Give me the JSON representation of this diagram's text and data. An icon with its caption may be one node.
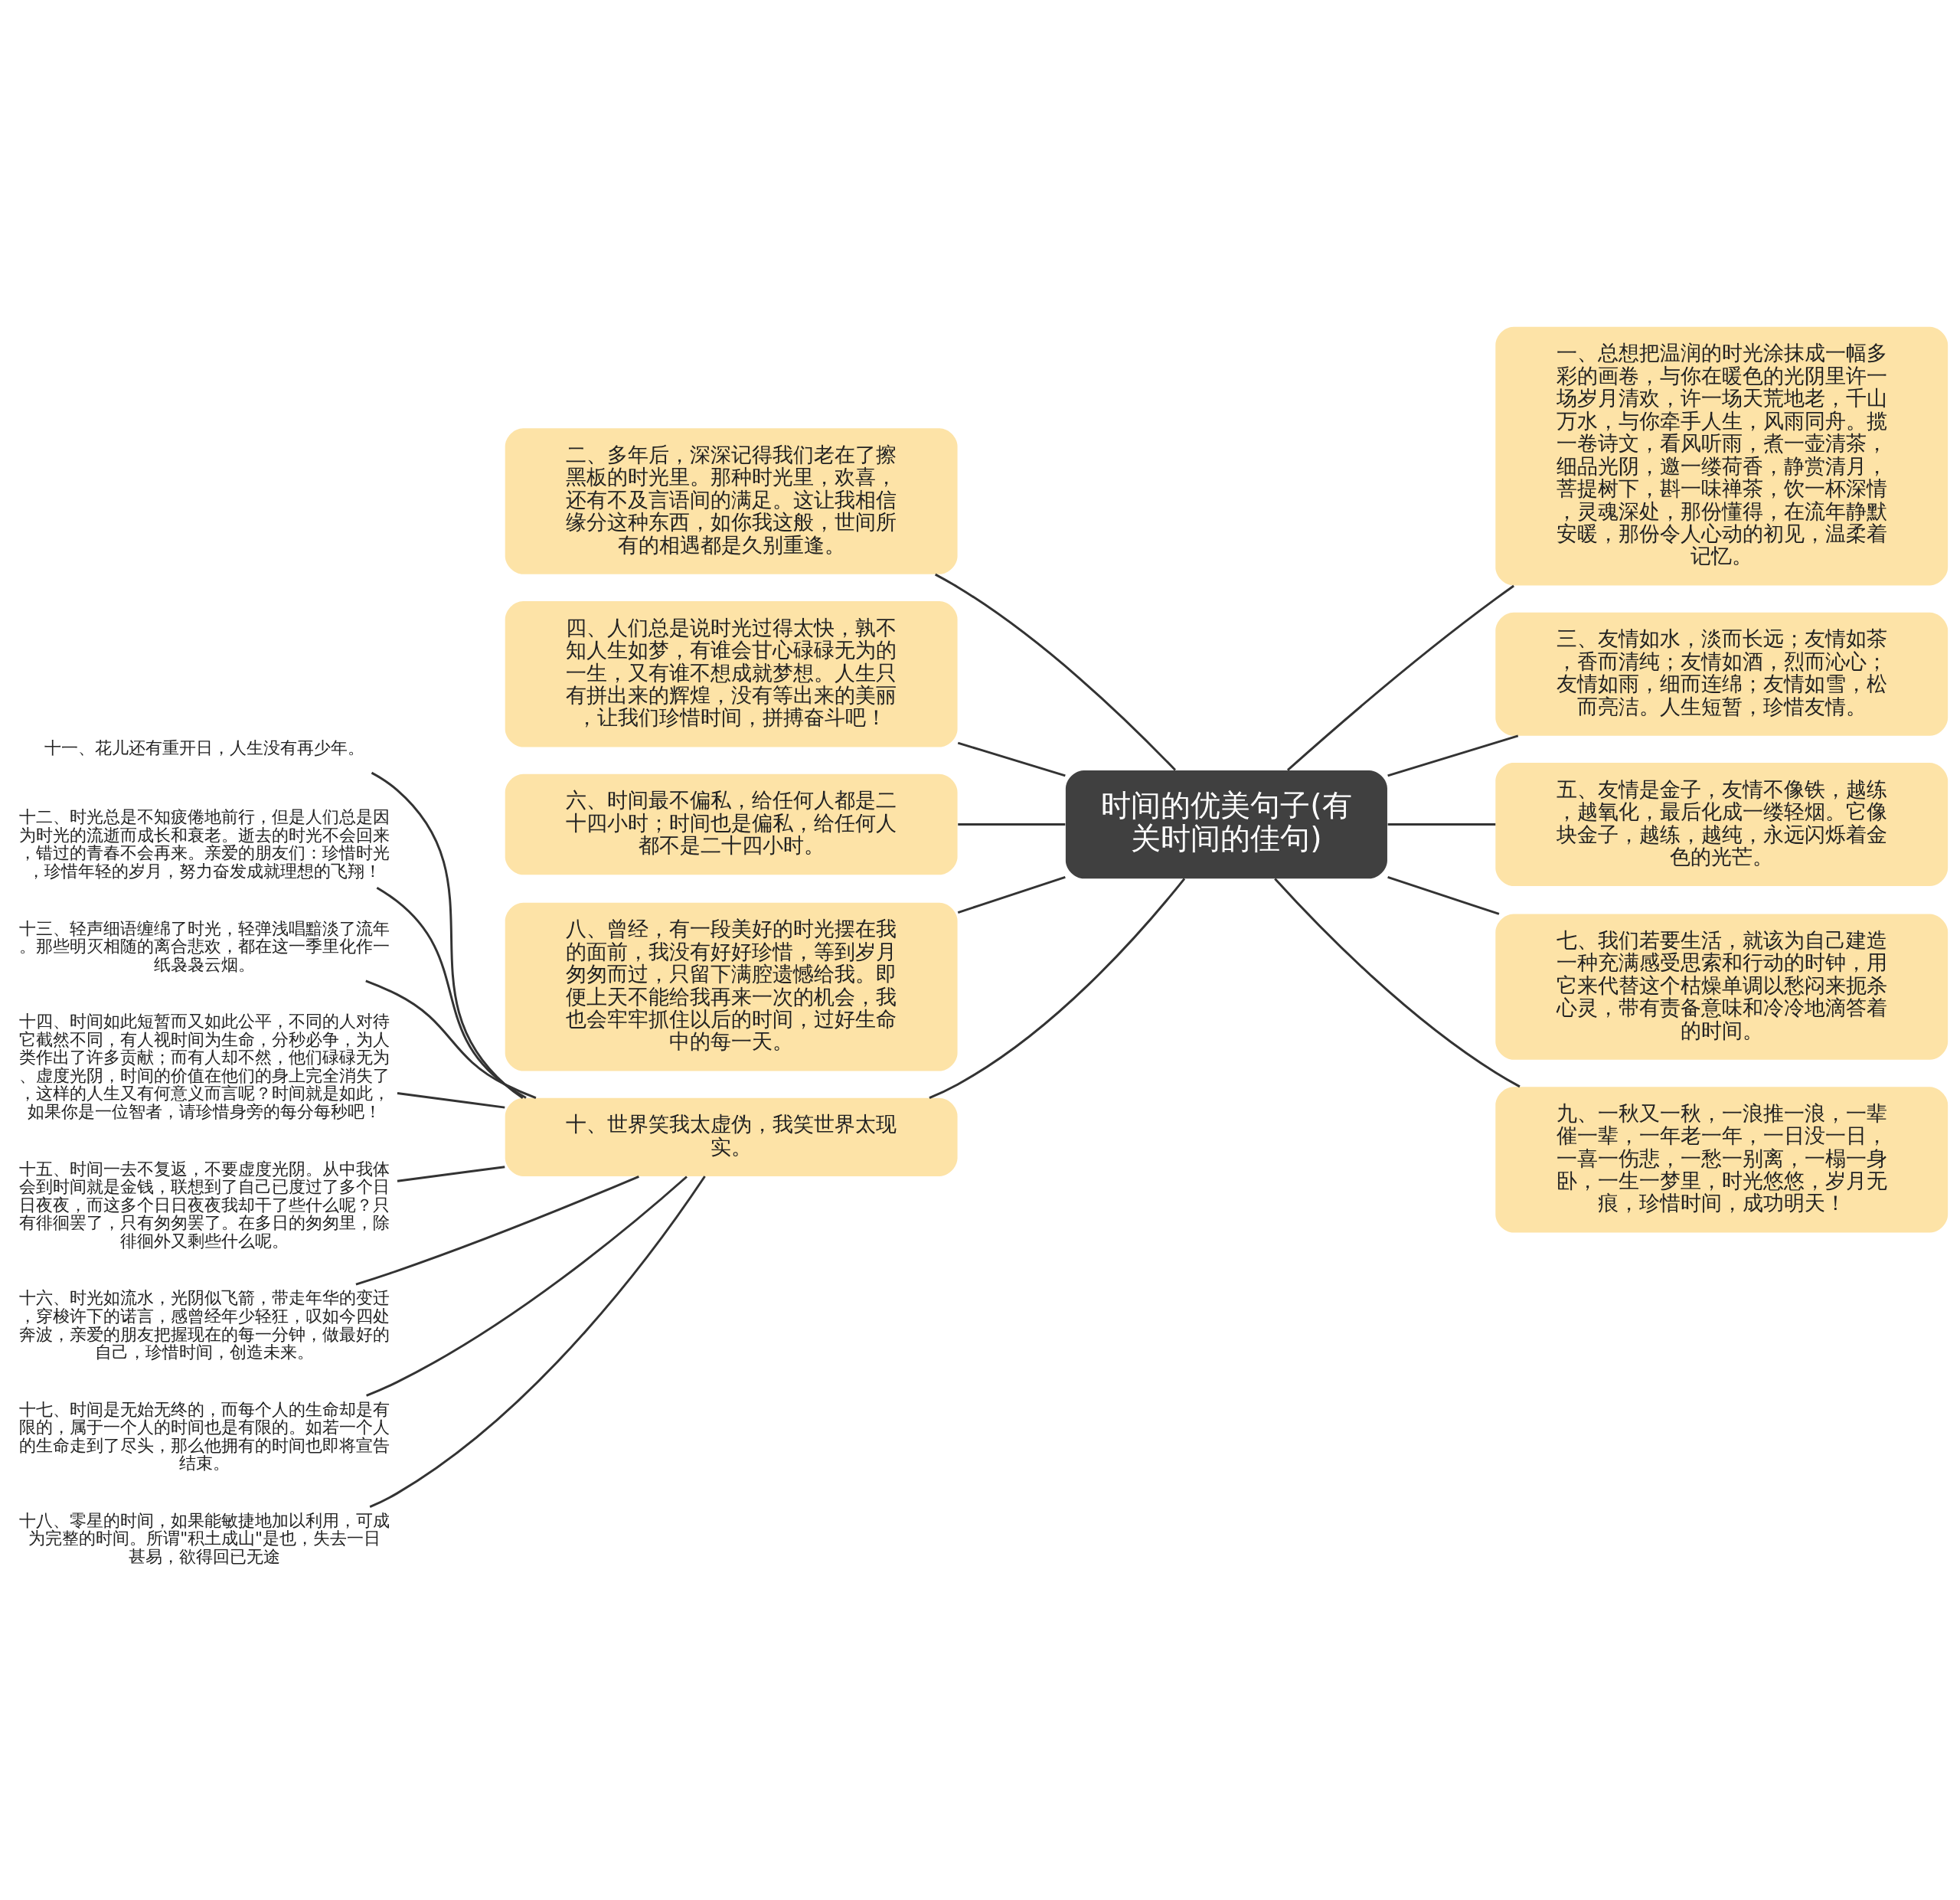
{
  "diagram": {
    "nodes": [
      {
        "text": [
          "时间的优美句子(有关时间的佳句)"
        ]
      },
      {
        "text": [
          "一、总想把温润的时光涂抹成一幅多彩的画卷，与你在暖色的光阴里许一场岁月清欢，许一场天荒地老，千山万水，与你牵手人生，风雨同舟。揽一卷诗文，看风听雨，煮一壶清茶，细品光阴，邀一缕荷香，静赏清月，菩提树下，斟一味禅茶，饮一杯深情，灵魂深处，那份懂得，在流年静默安暖，那份令人心动的初见，温柔着记忆。"
        ]
      },
      {
        "text": [
          "二、多年后，深深记得我们老在了擦黑板的时光里。那种时光里，欢喜，还有不及言语间的满足。这让我相信缘分这种东西，如你我这般，世间所有的相遇都是久别重逢。"
        ]
      },
      {
        "text": [
          "三、友情如水，淡而长远；友情如茶，香而清纯；友情如酒，烈而沁心；友情如雨，细而连绵；友情如雪，松而亮洁。人生短暂，珍惜友情。"
        ]
      },
      {
        "text": [
          "四、人们总是说时光过得太快，孰不知人生如梦，有谁会甘心碌碌无为的一生，又有谁不想成就梦想。人生只有拼出来的辉煌，没有等出来的美丽，让我们珍惜时间，拼搏奋斗吧！"
        ]
      },
      {
        "text": [
          "五、友情是金子，友情不像铁，越练，越氧化，最后化成一缕轻烟。它像块金子，越练，越纯，永远闪烁着金色的光芒。"
        ]
      },
      {
        "text": [
          "六、时间最不偏私，给任何人都是二十四小时；时间也是偏私，给任何人都不是二十四小时。"
        ]
      },
      {
        "text": [
          "七、我们若要生活，就该为自己建造一种充满感受思索和行动的时钟，用它来代替这个枯燥单调以愁闷来扼杀心灵，带有责备意味和冷冷地滴答着的时间。"
        ]
      },
      {
        "text": [
          "八、曾经，有一段美好的时光摆在我的面前，我没有好好珍惜，等到岁月匆匆而过，只留下满腔遗憾给我。即便上天不能给我再来一次的机会，我也会牢牢抓住以后的时间，过好生命中的每一天。"
        ]
      },
      {
        "text": [
          "九、一秋又一秋，一浪推一浪，一辈催一辈，一年老一年，一日没一日，一喜一伤悲，一愁一别离，一榻一身卧，一生一梦里，时光悠悠，岁月无痕，珍惜时间，成功明天！"
        ]
      },
      {
        "text": [
          "十、世界笑我太虚伪，我笑世界太现实。"
        ]
      },
      {
        "text": [
          "十一、花儿还有重开日，人生没有再少年。"
        ]
      },
      {
        "text": [
          "十二、时光总是不知疲倦地前行，但是人们总是因为时光的流逝而成长和衰老。逝去的时光不会回来，错过的青春不会再来。亲爱的朋友们：珍惜时光，珍惜年轻的岁月，努力奋发成就理想的飞翔！"
        ]
      },
      {
        "text": [
          "十三、轻声细语缠绵了时光，轻弹浅唱黯淡了流年。那些明灭相随的离合悲欢，都在这一季里化作一纸袅袅云烟。"
        ]
      },
      {
        "text": [
          "十四、时间如此短暂而又如此公平，不同的人对待它截然不同，有人视时间为生命，分秒必争，为人类作出了许多贡献；而有人却不然，他们碌碌无为、虚度光阴，时间的价值在他们的身上完全消失了，这样的人生又有何意义而言呢？时间就是如此，如果你是一位智者，请珍惜身旁的每分每秒吧！"
        ]
      },
      {
        "text": [
          "十五、时间一去不复返，不要虚度光阴。从中我体会到时间就是金钱，联想到了自己已度过了多个日日夜夜，而这多个日日夜夜我却干了些什么呢？只有徘徊罢了，只有匆匆罢了。在多日的匆匆里，除徘徊外又剩些什么呢。"
        ]
      },
      {
        "text": [
          "十六、时光如流水，光阴似飞箭，带走年华的变迁，穿梭许下的诺言，感曾经年少轻狂，叹如今四处奔波，亲爱的朋友把握现在的每一分钟，做最好的自己，珍惜时间，创造未来。"
        ]
      },
      {
        "text": [
          "十七、时间是无始无终的，而每个人的生命却是有限的，属于一个人的时间也是有限的。如若一个人的生命走到了尽头，那么他拥有的时间也即将宣告结束。"
        ]
      },
      {
        "text": [
          "十八、零星的时间，如果能敏捷地加以利用，可成为完整的时间。所谓\"积土成山\"是也，失去一日甚易，欲得回已无途"
        ]
      }
    ],
    "edges": [
      {
        "from": 0,
        "to": 1,
        "arrow": "none"
      },
      {
        "from": 0,
        "to": 3,
        "arrow": "none"
      },
      {
        "from": 0,
        "to": 5,
        "arrow": "none"
      },
      {
        "from": 0,
        "to": 7,
        "arrow": "none"
      },
      {
        "from": 0,
        "to": 9,
        "arrow": "none"
      },
      {
        "from": 2,
        "to": 0,
        "arrow": "none"
      },
      {
        "from": 4,
        "to": 0,
        "arrow": "none"
      },
      {
        "from": 6,
        "to": 0,
        "arrow": "none"
      },
      {
        "from": 8,
        "to": 0,
        "arrow": "none"
      },
      {
        "from": 10,
        "to": 0,
        "arrow": "none"
      },
      {
        "from": 11,
        "to": 10,
        "arrow": "none"
      },
      {
        "from": 12,
        "to": 10,
        "arrow": "none"
      },
      {
        "from": 13,
        "to": 10,
        "arrow": "none"
      },
      {
        "from": 14,
        "to": 10,
        "arrow": "none"
      },
      {
        "from": 15,
        "to": 10,
        "arrow": "none"
      },
      {
        "from": 16,
        "to": 10,
        "arrow": "none"
      },
      {
        "from": 17,
        "to": 10,
        "arrow": "none"
      },
      {
        "from": 18,
        "to": 10,
        "arrow": "none"
      }
    ]
  }
}
